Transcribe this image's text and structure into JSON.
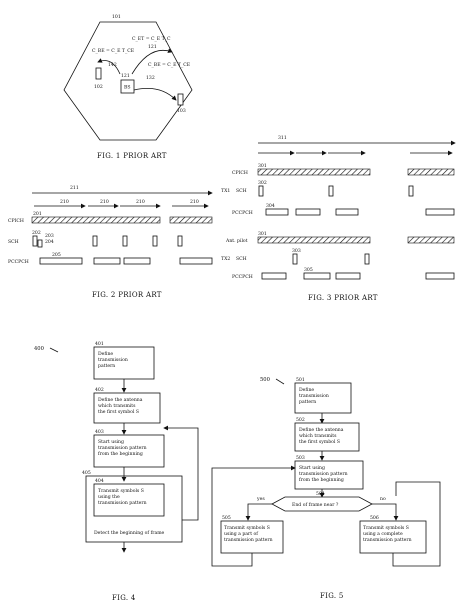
{
  "fig1": {
    "caption": "FIG. 1 PRIOR ART",
    "ref_cell": "101",
    "ref_top": "121",
    "ref_left_arrow": "142",
    "ref_right_arrow": "132",
    "ref_bs": "121",
    "ref_ue_left": "102",
    "ref_ue_right": "103",
    "bs_label": "BS",
    "eq_top": "C_ET = C_E T_C",
    "eq_left": "C_BE = C_E T_CE",
    "eq_right": "C_BE = C_E T_CE"
  },
  "fig2": {
    "caption": "FIG. 2 PRIOR ART",
    "ref_frame": "211",
    "ref_slot_a": "210",
    "ref_slot_b": "210",
    "ref_slot_c": "210",
    "ref_slot_d": "210",
    "row_cpich": "CPICH",
    "row_sch": "SCH",
    "row_pccpch": "PCCPCH",
    "ref_cpich": "201",
    "ref_sch_a": "202",
    "ref_sch_b": "203",
    "ref_sch_c": "204",
    "ref_p": "205"
  },
  "fig3": {
    "caption": "FIG. 3 PRIOR ART",
    "ref_frame": "311",
    "row_cpich": "CPICH",
    "row_tx1_sch": "SCH",
    "row_tx1_pccpch": "PCCPCH",
    "row_tx2_cpich": "Ant. pilot",
    "row_tx2_sch": "SCH",
    "row_tx2_pccpch": "PCCPCH",
    "tx1": "TX1",
    "tx2": "TX2",
    "ref_cpich": "301",
    "ref_sch": "302",
    "ref_pccpch": "304",
    "ref_pilot": "301",
    "ref_sch2": "303",
    "ref_pccpch2": "305"
  },
  "fig4": {
    "caption": "FIG. 4",
    "ref_main": "400",
    "steps": [
      {
        "ref": "401",
        "text": [
          "Define",
          "transmission",
          "pattern"
        ]
      },
      {
        "ref": "402",
        "text": [
          "Define the antenna",
          "which transmits",
          "the first symbol S"
        ]
      },
      {
        "ref": "403",
        "text": [
          "Start using",
          "transmission pattern",
          "from the beginning"
        ]
      },
      {
        "ref": "404",
        "text": [
          "Transmit symbols S",
          "using the",
          "transmission pattern"
        ]
      }
    ],
    "ref_loop": "405",
    "detect_text": "Detect the beginning of frame"
  },
  "fig5": {
    "caption": "FIG. 5",
    "ref_main": "500",
    "steps": [
      {
        "ref": "501",
        "text": [
          "Define",
          "transmission",
          "pattern"
        ]
      },
      {
        "ref": "502",
        "text": [
          "Define the antenna",
          "which transmits",
          "the first symbol S"
        ]
      },
      {
        "ref": "503",
        "text": [
          "Start using",
          "transmission pattern",
          "from the beginning"
        ]
      }
    ],
    "decision_ref": "504",
    "decision_text": "End of frame near ?",
    "yes": "yes",
    "no": "no",
    "left_box": {
      "ref": "505",
      "text": [
        "Transmit symbols S",
        "using a part of",
        "transmission pattern"
      ]
    },
    "right_box": {
      "ref": "506",
      "text": [
        "Transmit symbols S",
        "using a complete",
        "transmission pattern"
      ]
    }
  }
}
